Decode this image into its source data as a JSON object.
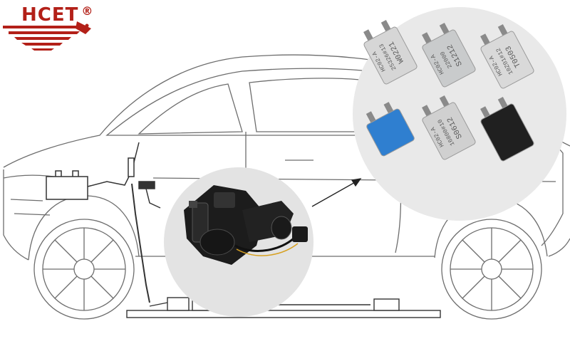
{
  "brand": {
    "name": "HCET",
    "registered_mark": "®",
    "logo": "red-eagle-wing-logo",
    "color": "#b32018"
  },
  "scene": {
    "subject": "sedan-car-line-drawing",
    "component": "seat-adjuster-motor-assembly",
    "arrow": "arrow-icon"
  },
  "products": [
    {
      "model": "HC02-A",
      "line1": "25326#13",
      "line2": "W0221",
      "color": "#d6d6d6"
    },
    {
      "model": "HC02-A",
      "line1": "22000",
      "line2": "S1212",
      "color": "#c9cbcc"
    },
    {
      "model": "HC02-A",
      "line1": "10Z01#12",
      "line2": "T0503",
      "color": "#d9d9d9"
    },
    {
      "model": "",
      "line1": "",
      "line2": "",
      "color": "#2f7fd0"
    },
    {
      "model": "HC02-A",
      "line1": "16800#10",
      "line2": "S0612",
      "color": "#d0d0d0"
    },
    {
      "model": "",
      "line1": "",
      "line2": "",
      "color": "#202020"
    }
  ]
}
